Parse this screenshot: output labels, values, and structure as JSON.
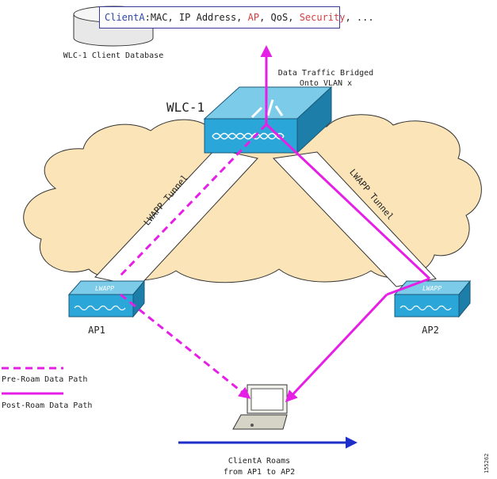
{
  "database": {
    "entry": {
      "client": "ClientA",
      "sep1": ":",
      "fields1": "MAC, IP Address, ",
      "ap": "AP",
      "sep2": ", ",
      "qos": "QoS",
      "sep3": ", ",
      "security": "Security",
      "more": ", ..."
    },
    "label": "WLC-1 Client Database"
  },
  "traffic_label": [
    "Data Traffic Bridged",
    "Onto VLAN x"
  ],
  "controller": {
    "label": "WLC-1"
  },
  "tunnels": {
    "left": "LWAPP Tunnel",
    "right": "LWAPP Tunnel"
  },
  "access_points": [
    {
      "label": "AP1",
      "badge": "LWAPP"
    },
    {
      "label": "AP2",
      "badge": "LWAPP"
    }
  ],
  "legend": {
    "pre_roam": "Pre-Roam Data Path",
    "post_roam": "Post-Roam Data Path"
  },
  "roam_caption": [
    "ClientA Roams",
    "from AP1 to AP2"
  ],
  "figure_id": "155262",
  "colors": {
    "path": "#e61fe6",
    "cloud": "#fae4b8",
    "device": "#2aa7d8",
    "roam_arrow": "#1d2fc8",
    "db_border": "#3a3a9a"
  }
}
